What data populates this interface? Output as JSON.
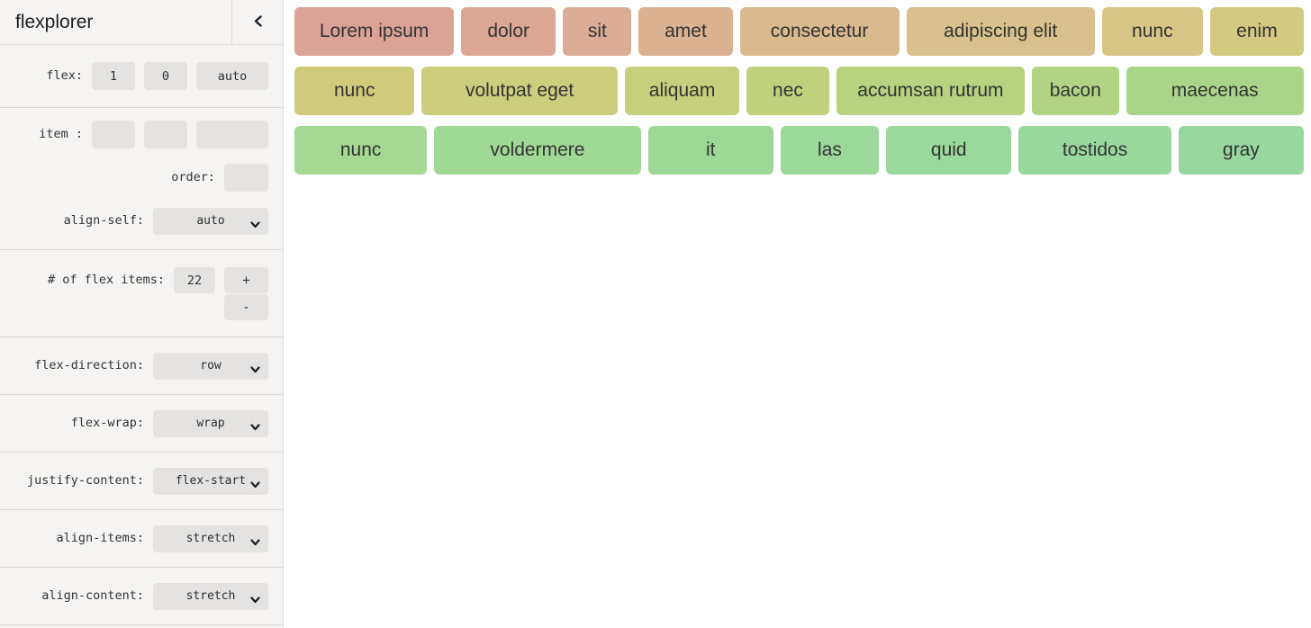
{
  "sidebar": {
    "title": "flexplorer",
    "collapse_icon": "chevron-left-icon",
    "flex_row": {
      "label": "flex:",
      "grow": "1",
      "shrink": "0",
      "basis": "auto"
    },
    "item_row": {
      "label": "item :",
      "grow": "",
      "shrink": "",
      "basis": ""
    },
    "order_row": {
      "label": "order:",
      "value": ""
    },
    "align_self_row": {
      "label": "align-self:",
      "value": "auto"
    },
    "count_row": {
      "label": "# of flex items:",
      "value": "22",
      "increment_label": "+",
      "decrement_label": "-"
    },
    "selects": [
      {
        "label": "flex-direction:",
        "value": "row"
      },
      {
        "label": "flex-wrap:",
        "value": "wrap"
      },
      {
        "label": "justify-content:",
        "value": "flex-start"
      },
      {
        "label": "align-items:",
        "value": "stretch"
      },
      {
        "label": "align-content:",
        "value": "stretch"
      }
    ]
  },
  "main": {
    "items": [
      {
        "label": "Lorem ipsum",
        "color": "#daa395",
        "basis": 168
      },
      {
        "label": "dolor",
        "color": "#dba794",
        "basis": 96
      },
      {
        "label": "sit",
        "color": "#dcad96",
        "basis": 67
      },
      {
        "label": "amet",
        "color": "#dbb292",
        "basis": 95
      },
      {
        "label": "consectetur",
        "color": "#dab98e",
        "basis": 168
      },
      {
        "label": "adipiscing elit",
        "color": "#d9c08c",
        "basis": 200
      },
      {
        "label": "nunc",
        "color": "#d7c586",
        "basis": 103
      },
      {
        "label": "enim",
        "color": "#d4c981",
        "basis": 95
      },
      {
        "label": "nunc",
        "color": "#cfcb7d",
        "basis": 126
      },
      {
        "label": "volutpat eget",
        "color": "#cbce7d",
        "basis": 210
      },
      {
        "label": "aliquam",
        "color": "#c6cf7c",
        "basis": 120
      },
      {
        "label": "nec",
        "color": "#c0d17d",
        "basis": 84
      },
      {
        "label": "accumsan rutrum",
        "color": "#b8d280",
        "basis": 202
      },
      {
        "label": "bacon",
        "color": "#b0d484",
        "basis": 89
      },
      {
        "label": "maecenas",
        "color": "#a9d589",
        "basis": 190
      },
      {
        "label": "nunc",
        "color": "#a4d893",
        "basis": 128
      },
      {
        "label": "voldermere",
        "color": "#a0d895",
        "basis": 210
      },
      {
        "label": "it",
        "color": "#9ed897",
        "basis": 120
      },
      {
        "label": "las",
        "color": "#9cd899",
        "basis": 90
      },
      {
        "label": "quid",
        "color": "#9ad89b",
        "basis": 120
      },
      {
        "label": "tostidos",
        "color": "#99d89d",
        "basis": 150
      },
      {
        "label": "gray",
        "color": "#98d89f",
        "basis": 120
      }
    ]
  },
  "colors": {
    "sidebar_bg": "#f5f4f2",
    "control_bg": "#e4e3e1",
    "divider": "#dcdbd9",
    "text": "#333333",
    "main_bg": "#ffffff"
  }
}
